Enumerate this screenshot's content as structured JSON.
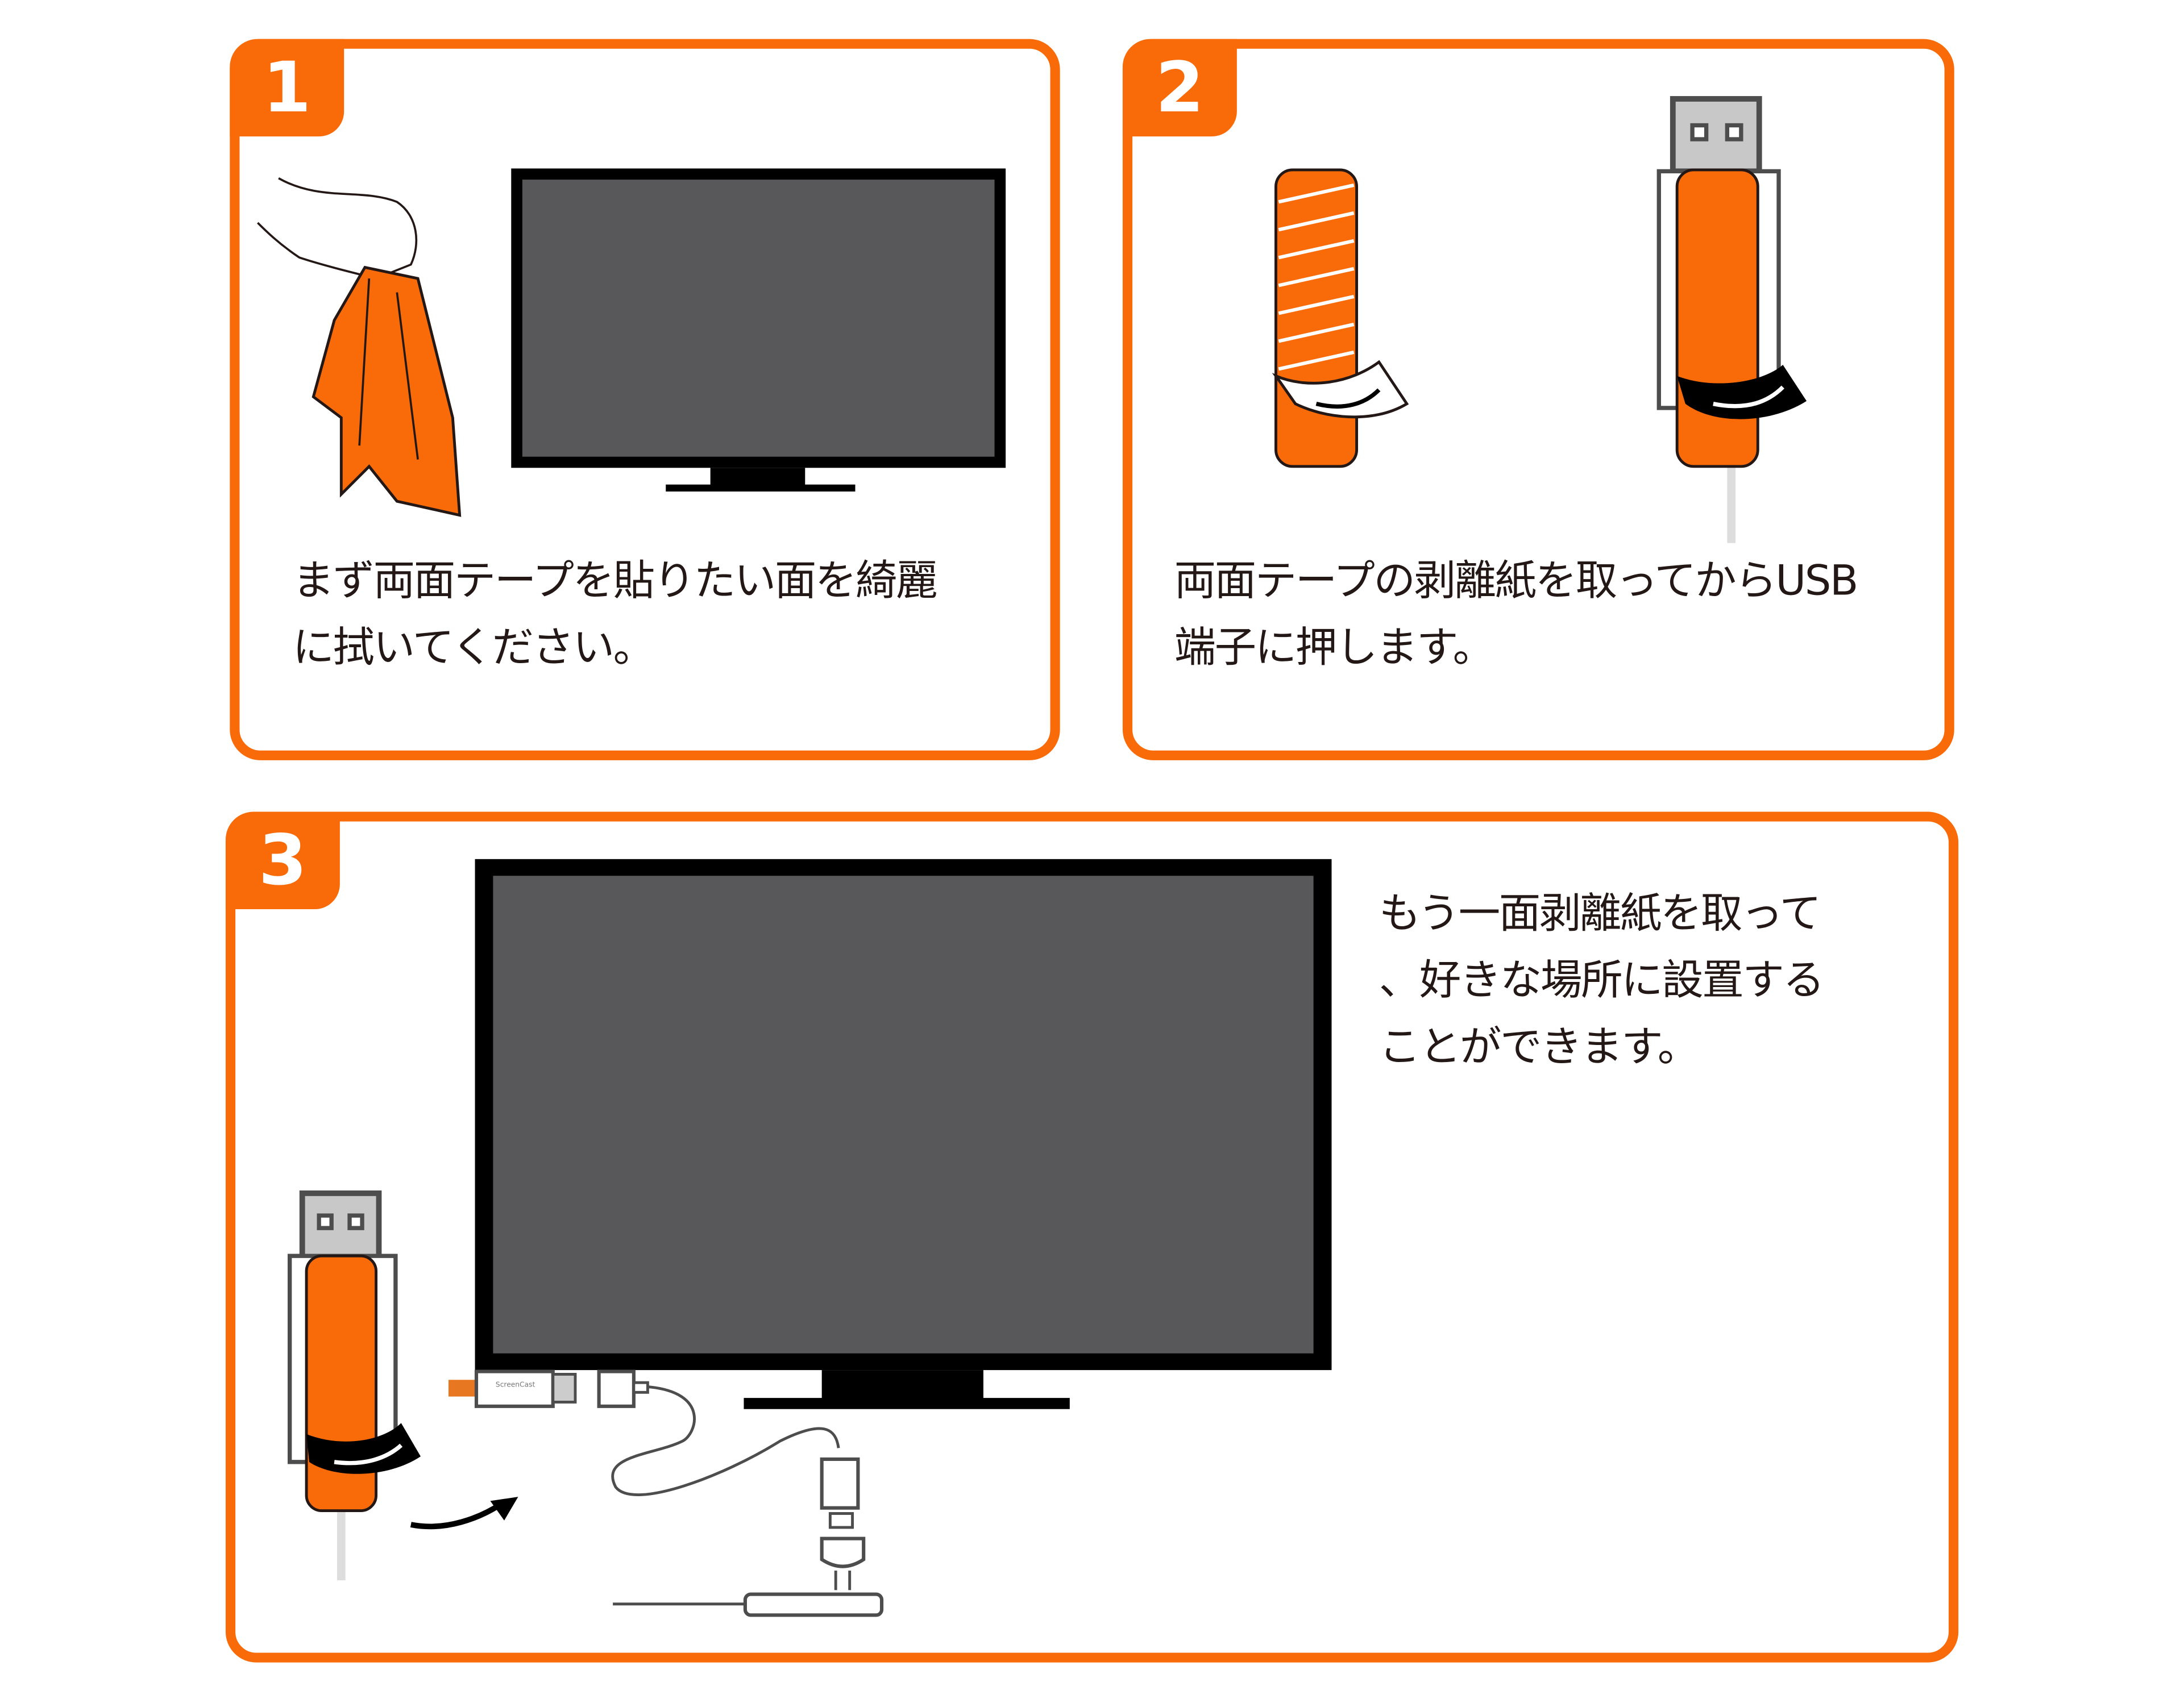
{
  "steps": [
    {
      "number": "1",
      "lines": [
        "まず両面テープを貼りたい面を綺麗",
        "に拭いてください。"
      ]
    },
    {
      "number": "2",
      "lines": [
        "両面テープの剥離紙を取ってからUSB",
        "端子に押します。"
      ]
    },
    {
      "number": "3",
      "lines": [
        "もう一面剥離紙を取って",
        "、好きな場所に設置する",
        "ことができます。"
      ]
    }
  ],
  "device_label": "ScreenCast",
  "colors": {
    "accent": "#f96b08",
    "screen": "#58585a",
    "frame": "#000000"
  }
}
